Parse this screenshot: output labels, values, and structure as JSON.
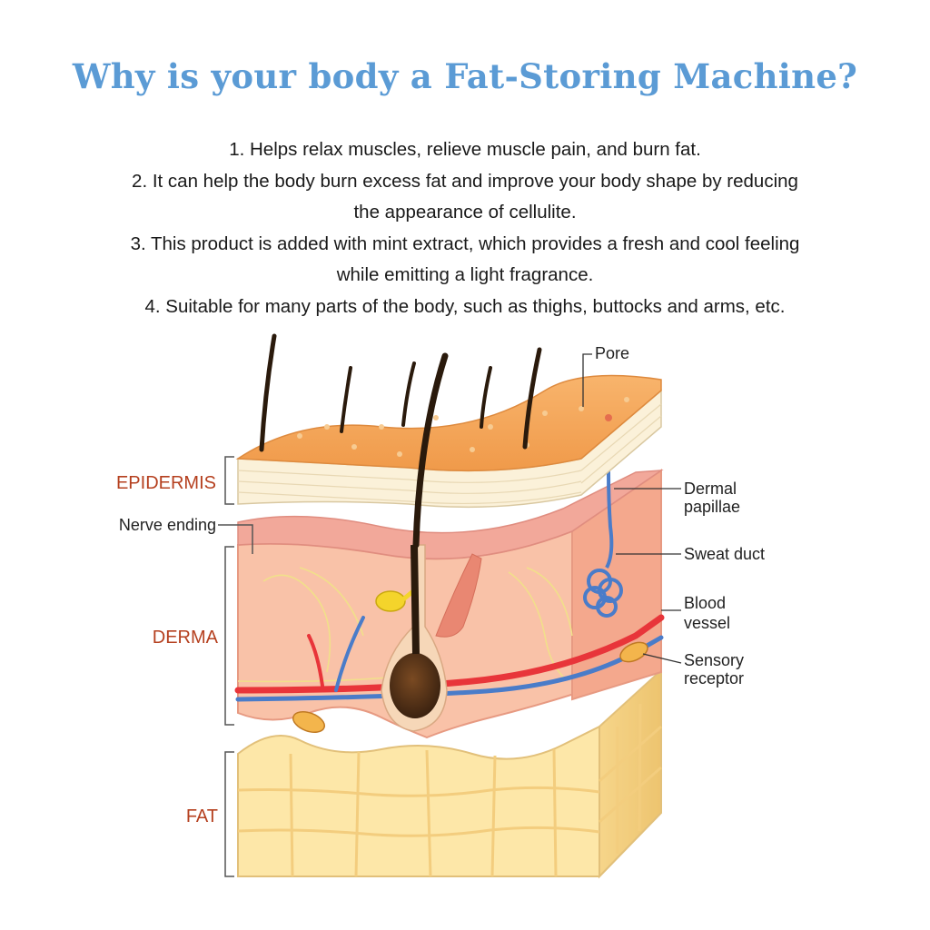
{
  "title": "Why is your body a Fat-Storing Machine?",
  "bullets": [
    {
      "line1": "1. Helps relax muscles, relieve muscle pain, and burn fat.",
      "line2": ""
    },
    {
      "line1": "2. It can help the body burn excess fat and improve your body shape by reducing",
      "line2": "the appearance of cellulite."
    },
    {
      "line1": "3. This product is added with mint extract, which provides a fresh and cool feeling",
      "line2": "while emitting a light fragrance."
    },
    {
      "line1": "4. Suitable for many parts of the body, such as thighs, buttocks and arms, etc.",
      "line2": ""
    }
  ],
  "layers": {
    "epidermis": "EPIDERMIS",
    "derma": "DERMA",
    "fat": "FAT"
  },
  "labels": {
    "pore": "Pore",
    "nerve_ending": "Nerve ending",
    "dermal_papillae_1": "Dermal",
    "dermal_papillae_2": "papillae",
    "sweat_duct": "Sweat duct",
    "blood_vessel_1": "Blood",
    "blood_vessel_2": "vessel",
    "sensory_receptor_1": "Sensory",
    "sensory_receptor_2": "receptor"
  },
  "colors": {
    "title": "#5b9bd5",
    "layer_label": "#b5401f",
    "skin_top": "#f5a55a",
    "derma": "#f7b7a0",
    "fat": "#fbe4a2",
    "artery": "#e8353a",
    "vein": "#4a7cc9"
  }
}
